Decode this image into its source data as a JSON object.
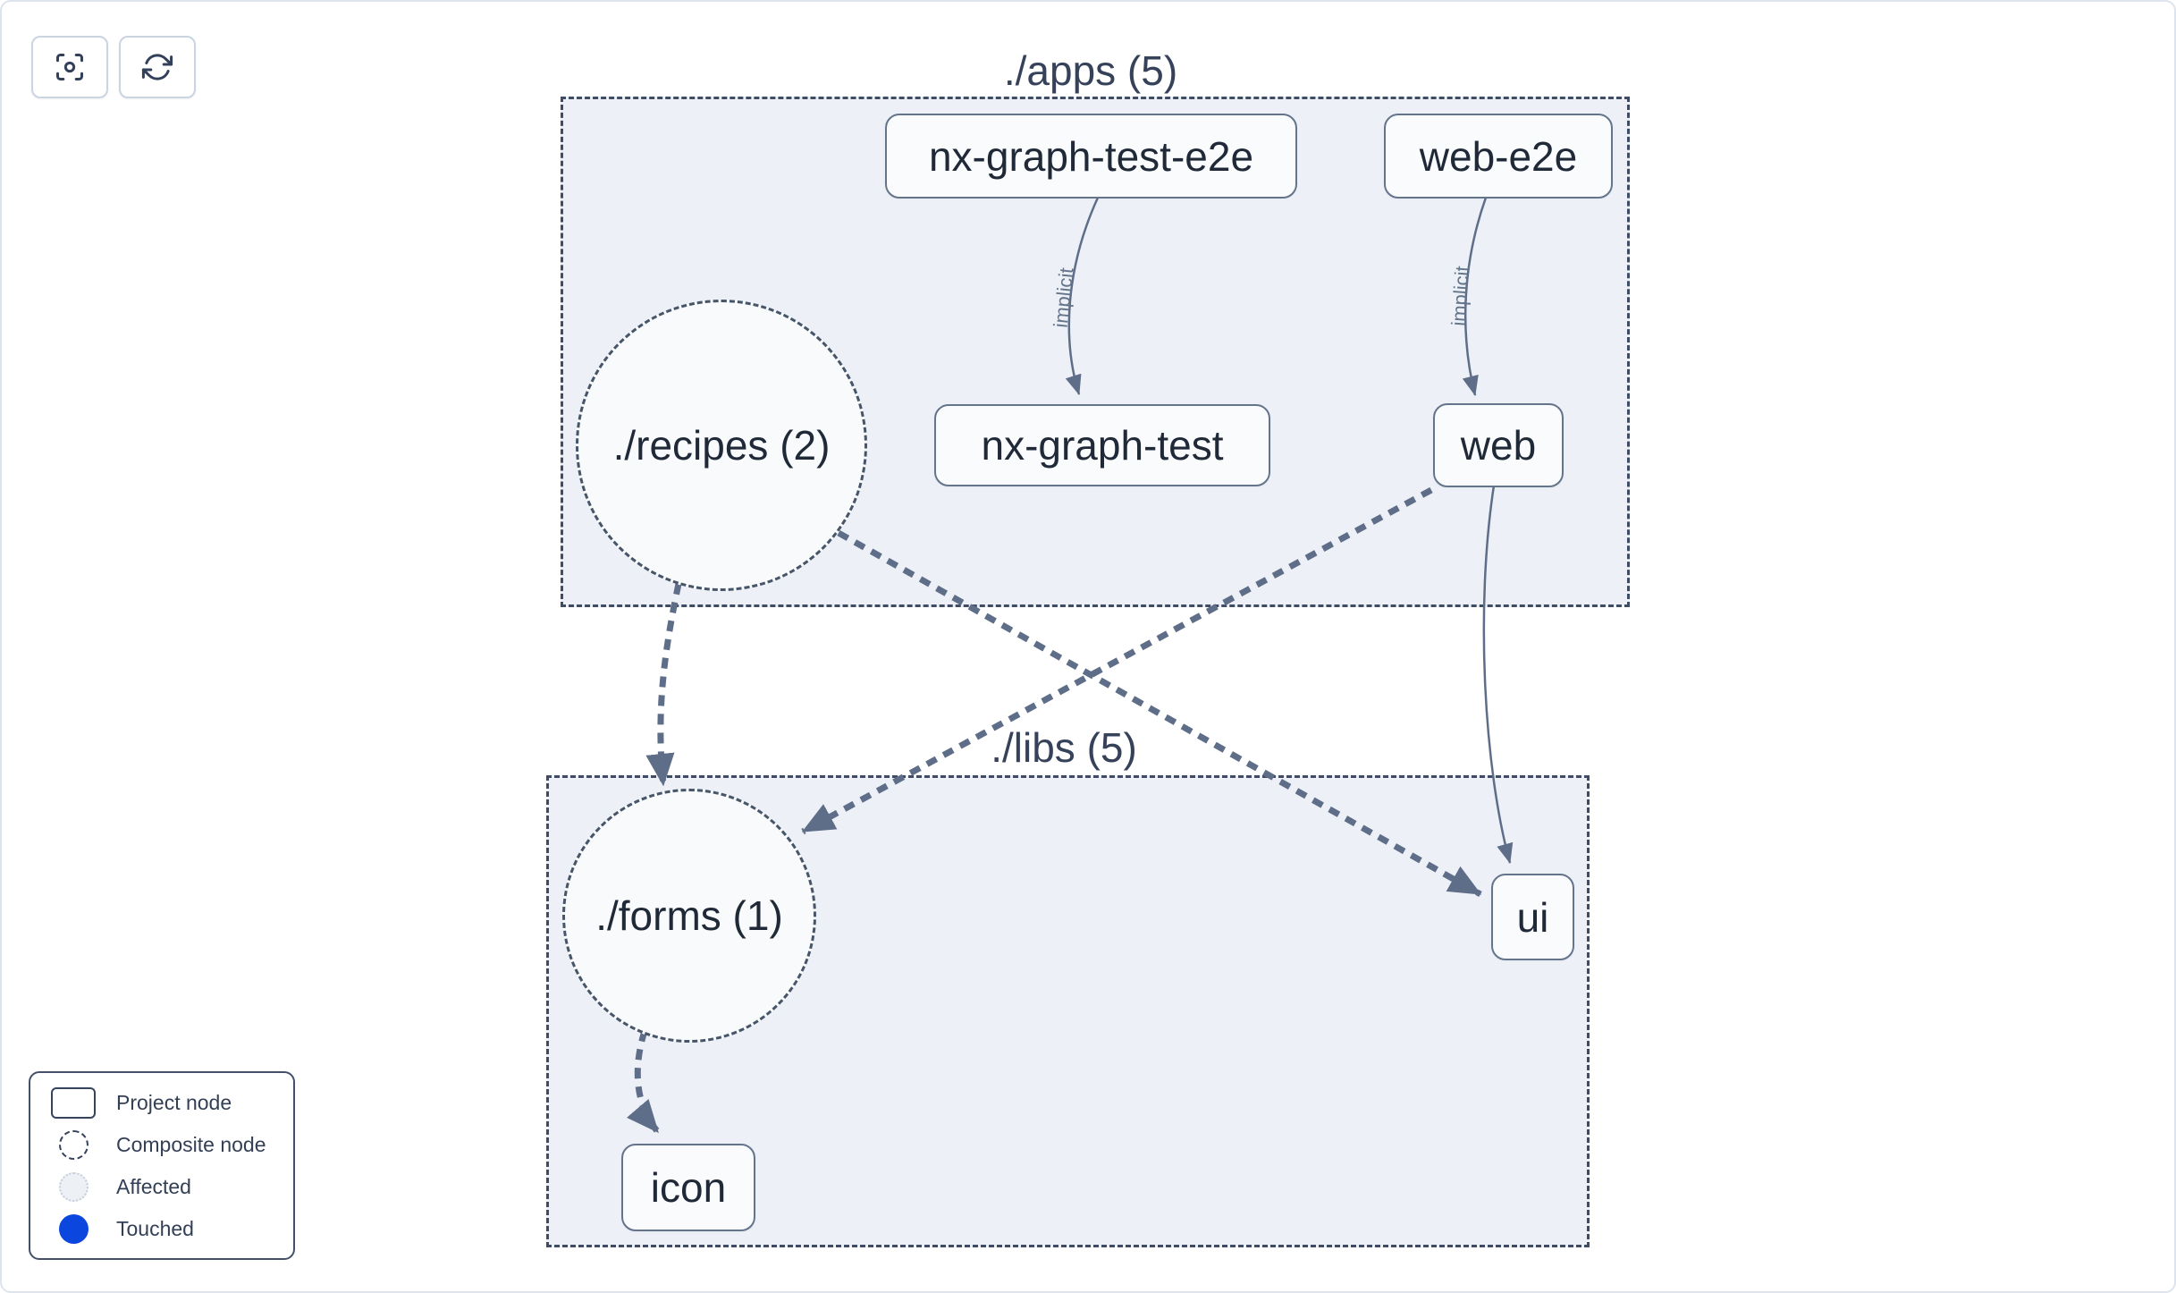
{
  "toolbar": {
    "focus_button": {
      "icon": "focus-icon",
      "tooltip": ""
    },
    "refresh_button": {
      "icon": "refresh-icon",
      "tooltip": ""
    }
  },
  "graph": {
    "groups": [
      {
        "id": "apps",
        "title": "./apps (5)"
      },
      {
        "id": "libs",
        "title": "./libs (5)"
      }
    ],
    "nodes": [
      {
        "id": "nx-graph-test-e2e",
        "label": "nx-graph-test-e2e",
        "type": "project",
        "group": "apps"
      },
      {
        "id": "web-e2e",
        "label": "web-e2e",
        "type": "project",
        "group": "apps"
      },
      {
        "id": "recipes",
        "label": "./recipes (2)",
        "type": "composite",
        "group": "apps"
      },
      {
        "id": "nx-graph-test",
        "label": "nx-graph-test",
        "type": "project",
        "group": "apps"
      },
      {
        "id": "web",
        "label": "web",
        "type": "project",
        "group": "apps"
      },
      {
        "id": "forms",
        "label": "./forms (1)",
        "type": "composite",
        "group": "libs"
      },
      {
        "id": "ui",
        "label": "ui",
        "type": "project",
        "group": "libs"
      },
      {
        "id": "icon",
        "label": "icon",
        "type": "project",
        "group": "libs"
      }
    ],
    "edges": [
      {
        "from": "nx-graph-test-e2e",
        "to": "nx-graph-test",
        "label": "implicit",
        "style": "solid-thin"
      },
      {
        "from": "web-e2e",
        "to": "web",
        "label": "implicit",
        "style": "solid-thin"
      },
      {
        "from": "web",
        "to": "ui",
        "label": "",
        "style": "solid-thin"
      },
      {
        "from": "recipes",
        "to": "forms",
        "label": "",
        "style": "dashed-thick"
      },
      {
        "from": "recipes",
        "to": "ui",
        "label": "",
        "style": "dashed-thick"
      },
      {
        "from": "web",
        "to": "forms",
        "label": "",
        "style": "dashed-thick"
      },
      {
        "from": "forms",
        "to": "icon",
        "label": "",
        "style": "dashed-thick"
      }
    ]
  },
  "legend": {
    "items": [
      {
        "label": "Project node",
        "swatch": "project-rect"
      },
      {
        "label": "Composite node",
        "swatch": "composite-dashed-circle"
      },
      {
        "label": "Affected",
        "swatch": "affected-light-circle"
      },
      {
        "label": "Touched",
        "swatch": "touched-blue-circle"
      }
    ]
  },
  "colors": {
    "background": "#ffffff",
    "group_fill": "#edf1f7",
    "group_border": "#3f4c63",
    "node_fill": "#fafbfd",
    "node_border": "#64748b",
    "node_text": "#1f2937",
    "edge": "#5f6e88",
    "edge_label": "#64748b",
    "legend_text": "#333f54",
    "touched_blue": "#0b46df",
    "affected_fill": "#edf0f5"
  }
}
